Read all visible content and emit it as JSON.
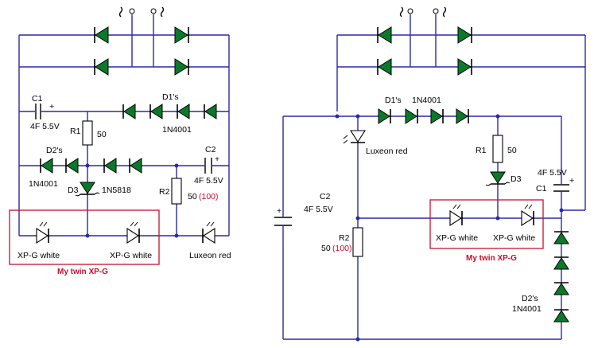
{
  "left_circuit": {
    "c1_name": "C1",
    "c1_value": "4F 5.5V",
    "d1_name": "D1's",
    "d1_part": "1N4001",
    "r1_name": "R1",
    "r1_value": "50",
    "d2_name": "D2's",
    "d2_part": "1N4001",
    "c2_name": "C2",
    "c2_value": "4F 5.5V",
    "d3_name": "D3",
    "d3_part": "1N5818",
    "r2_name": "R2",
    "r2_value": "50",
    "r2_alt": "(100)",
    "led1": "XP-G white",
    "led2": "XP-G white",
    "led3": "Luxeon red",
    "box_caption": "My twin XP-G",
    "plus": "+"
  },
  "right_circuit": {
    "d1_name": "D1's",
    "d1_part": "1N4001",
    "luxeon": "Luxeon red",
    "r1_name": "R1",
    "r1_value": "50",
    "d3_name": "D3",
    "c1_name": "C1",
    "c1_value": "4F 5.5V",
    "c2_name": "C2",
    "c2_value": "4F 5.5V",
    "r2_name": "R2",
    "r2_value": "50",
    "r2_alt": "(100)",
    "led1": "XP-G white",
    "led2": "XP-G white",
    "box_caption": "My twin XP-G",
    "d2_name": "D2's",
    "d2_part": "1N4001",
    "plus": "+"
  },
  "colors": {
    "wire": "#2a2aa8",
    "diode_fill": "#0a7a2a",
    "highlight": "#c8102e"
  }
}
